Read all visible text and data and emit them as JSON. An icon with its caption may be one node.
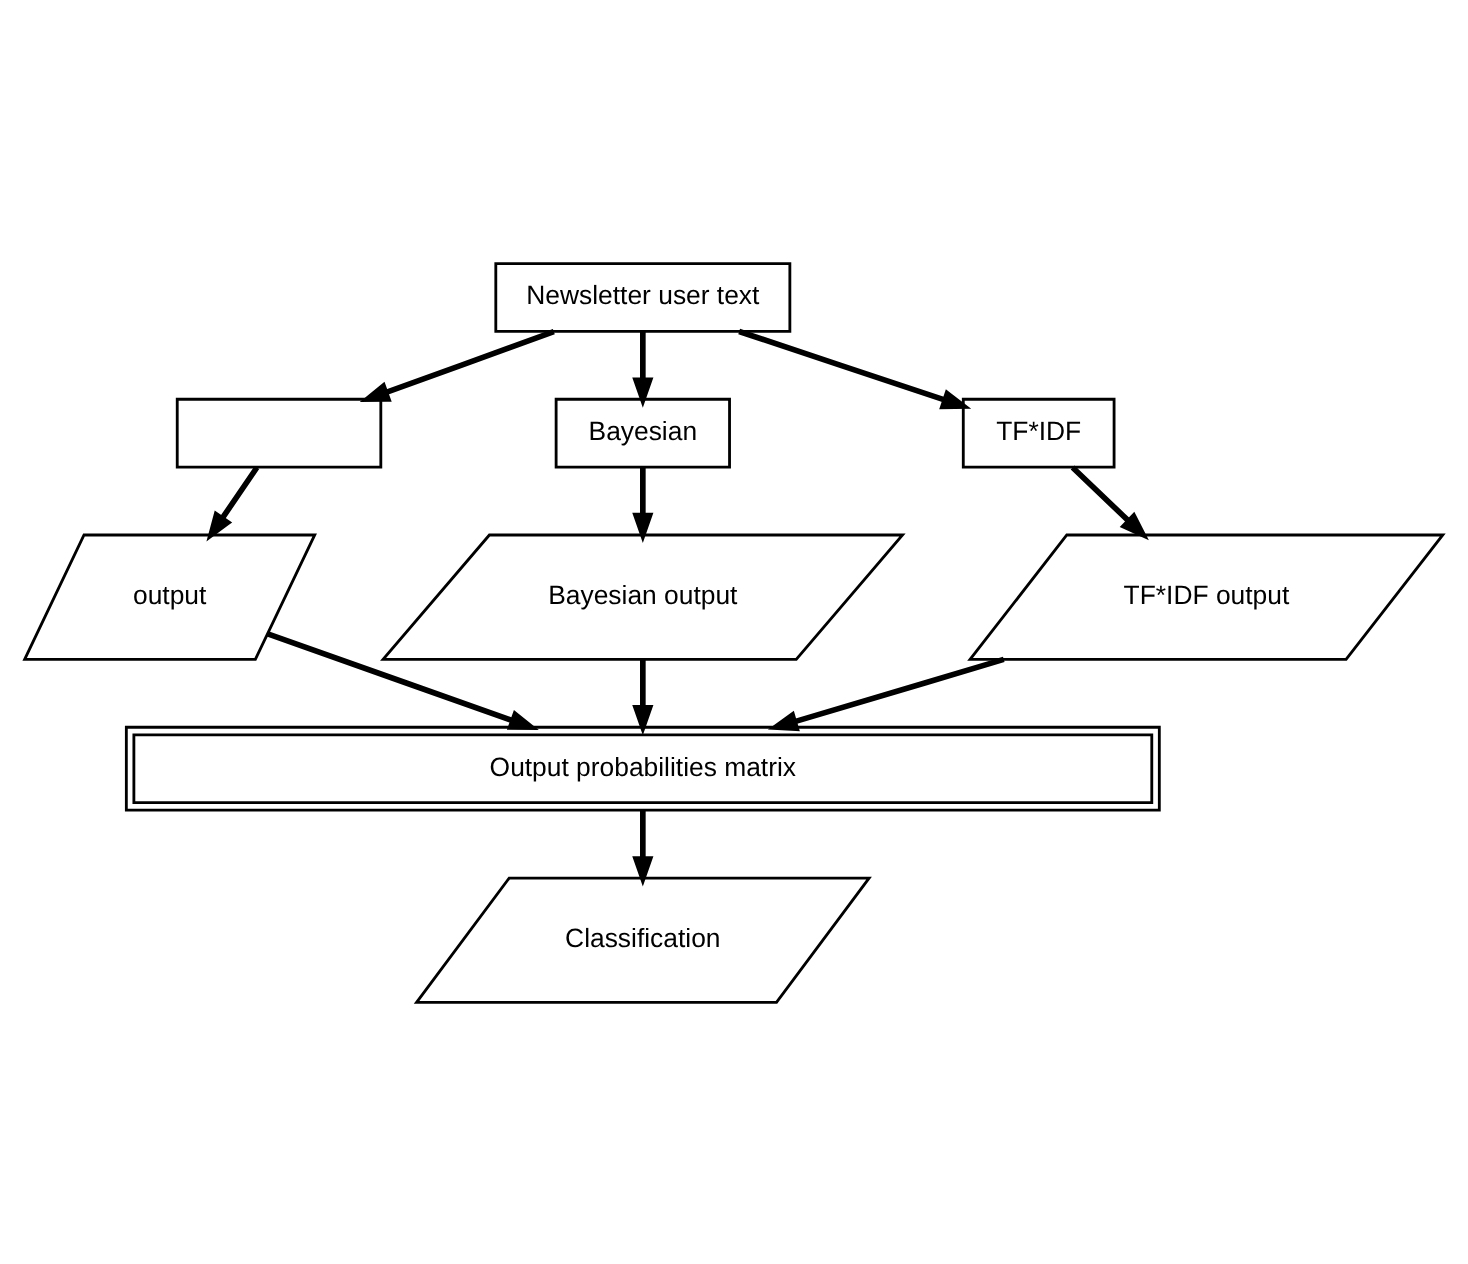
{
  "diagram": {
    "nodes": [
      {
        "text": [
          "Newsletter user text"
        ]
      },
      {
        "text": [],
        "shape": "box"
      },
      {
        "text": [
          "Bayesian"
        ]
      },
      {
        "text": [
          "TF*IDF"
        ]
      },
      {
        "text": [
          "output"
        ]
      },
      {
        "text": [
          "Bayesian output"
        ]
      },
      {
        "text": [
          "TF*IDF output"
        ]
      },
      {
        "text": [
          "Output probabilities matrix"
        ]
      },
      {
        "text": [
          "Classification"
        ]
      }
    ],
    "edges": [
      {
        "from": 0,
        "to": 1,
        "arrow": "to"
      },
      {
        "from": 0,
        "to": 2,
        "arrow": "to"
      },
      {
        "from": 0,
        "to": 3,
        "arrow": "to"
      },
      {
        "from": 1,
        "to": 4,
        "arrow": "to"
      },
      {
        "from": 2,
        "to": 5,
        "arrow": "to"
      },
      {
        "from": 3,
        "to": 6,
        "arrow": "to"
      },
      {
        "from": 4,
        "to": 7,
        "arrow": "to"
      },
      {
        "from": 5,
        "to": 7,
        "arrow": "to"
      },
      {
        "from": 6,
        "to": 7,
        "arrow": "to"
      },
      {
        "from": 7,
        "to": 8,
        "arrow": "to"
      }
    ]
  }
}
